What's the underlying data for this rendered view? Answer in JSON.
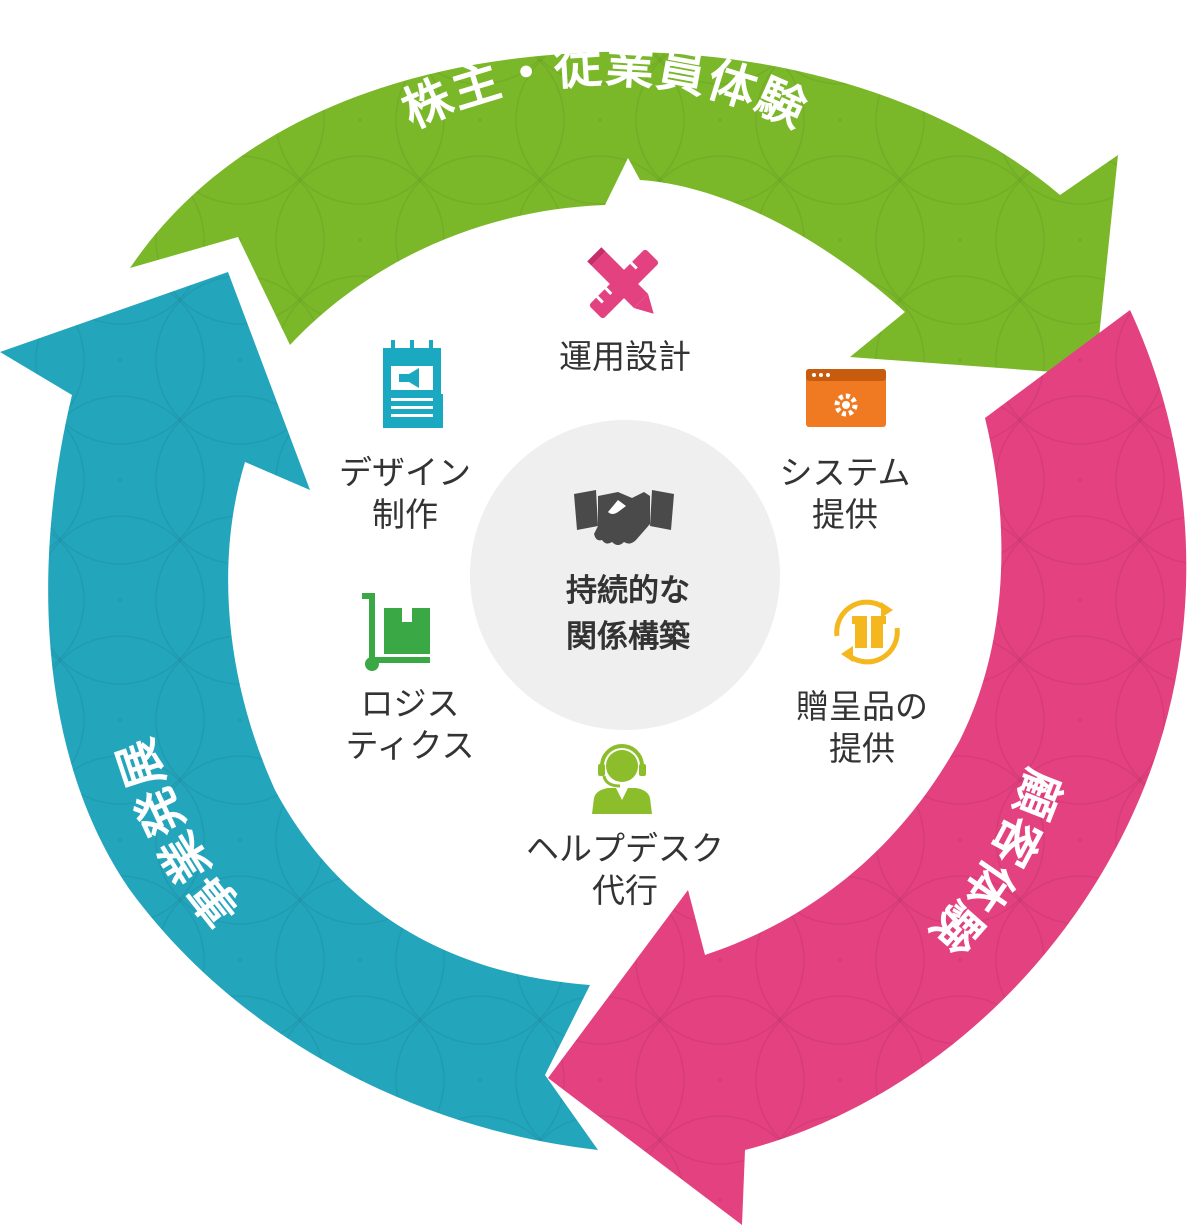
{
  "cycle": {
    "top_label": "株主・従業員体験",
    "right_label": "顧客体験",
    "left_label": "事業発展",
    "colors": {
      "green": "#7ab829",
      "pink": "#e3417f",
      "teal": "#23a5bc",
      "center": "#efefef"
    }
  },
  "center": {
    "icon": "handshake-icon",
    "line1": "持続的な",
    "line2": "関係構築"
  },
  "services": [
    {
      "icon": "pencil-ruler-icon",
      "color": "#e3417f",
      "line1": "運用設計",
      "line2": ""
    },
    {
      "icon": "browser-gear-icon",
      "color": "#ef7a21",
      "line1": "システム",
      "line2": "提供"
    },
    {
      "icon": "gift-cycle-icon",
      "color": "#f4b71e",
      "line1": "贈呈品の",
      "line2": "提供"
    },
    {
      "icon": "headset-operator-icon",
      "color": "#8cbd2a",
      "line1": "ヘルプデスク",
      "line2": "代行"
    },
    {
      "icon": "hand-truck-box-icon",
      "color": "#3aa844",
      "line1": "ロジス",
      "line2": "ティクス"
    },
    {
      "icon": "notepad-megaphone-icon",
      "color": "#1ba8c1",
      "line1": "デザイン",
      "line2": "制作"
    }
  ]
}
